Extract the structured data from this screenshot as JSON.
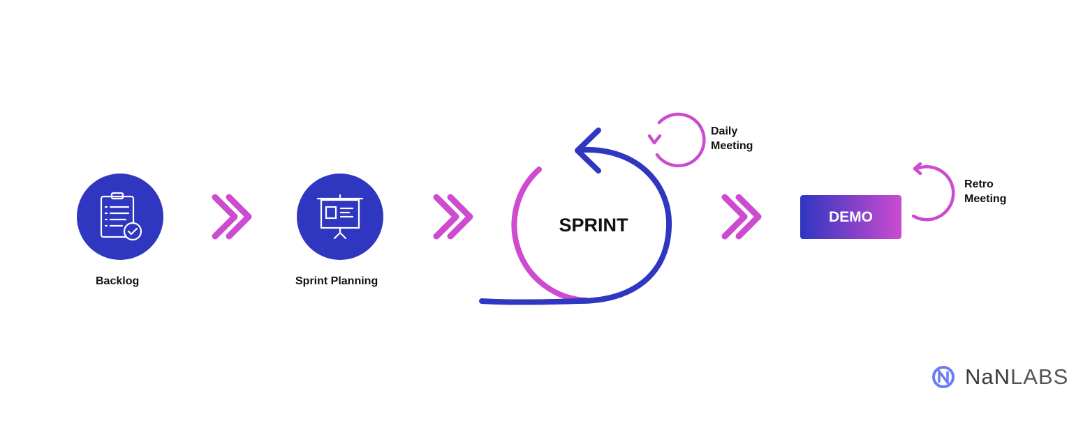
{
  "steps": [
    {
      "label": "Backlog",
      "icon": "clipboard-check-icon"
    },
    {
      "label": "Sprint Planning",
      "icon": "presentation-board-icon"
    }
  ],
  "sprint": {
    "label": "SPRINT"
  },
  "daily": {
    "line1": "Daily",
    "line2": "Meeting"
  },
  "demo": {
    "label": "DEMO"
  },
  "retro": {
    "line1": "Retro",
    "line2": "Meeting"
  },
  "logo": {
    "text_bold": "NaN",
    "text_light": "LABS"
  },
  "colors": {
    "blue": "#2f36c0",
    "pink": "#cc4bd0",
    "logo": "#6b7cf5"
  }
}
